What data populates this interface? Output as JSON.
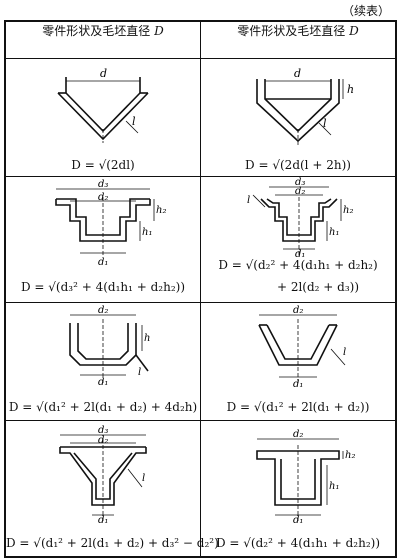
{
  "continued_label": "（续表）",
  "header": {
    "col1": "零件形状及毛坯直径",
    "col1_var": "D",
    "col2": "零件形状及毛坯直径",
    "col2_var": "D"
  },
  "rows": [
    {
      "left": {
        "formula": "D = √(2dl)",
        "labels": [
          "d",
          "l"
        ]
      },
      "right": {
        "formula": "D = √(2d(l + 2h))",
        "labels": [
          "d",
          "h",
          "l"
        ]
      }
    },
    {
      "left": {
        "formula": "D = √(d₃² + 4(d₁h₁ + d₂h₂))",
        "labels": [
          "d₃",
          "d₂",
          "h₂",
          "h₁",
          "d₁"
        ]
      },
      "right": {
        "formula_line1": "D = √(d₂² + 4(d₁h₁ + d₂h₂)",
        "formula_line2": "+ 2l(d₂ + d₃))",
        "labels": [
          "d₃",
          "d₂",
          "d₁",
          "h₂",
          "h₁",
          "l"
        ]
      }
    },
    {
      "left": {
        "formula": "D = √(d₁² + 2l(d₁ + d₂) + 4d₂h)",
        "labels": [
          "d₂",
          "h",
          "d₁",
          "l"
        ]
      },
      "right": {
        "formula": "D = √(d₁² + 2l(d₁ + d₂))",
        "labels": [
          "d₂",
          "d₁",
          "l"
        ]
      }
    },
    {
      "left": {
        "formula": "D = √(d₁² + 2l(d₁ + d₂) + d₃² − d₂²)",
        "labels": [
          "d₃",
          "d₂",
          "d₁",
          "l"
        ]
      },
      "right": {
        "formula": "D = √(d₂² + 4(d₁h₁ + d₂h₂))",
        "labels": [
          "d₂",
          "d₁",
          "h₂",
          "h₁"
        ]
      }
    }
  ]
}
